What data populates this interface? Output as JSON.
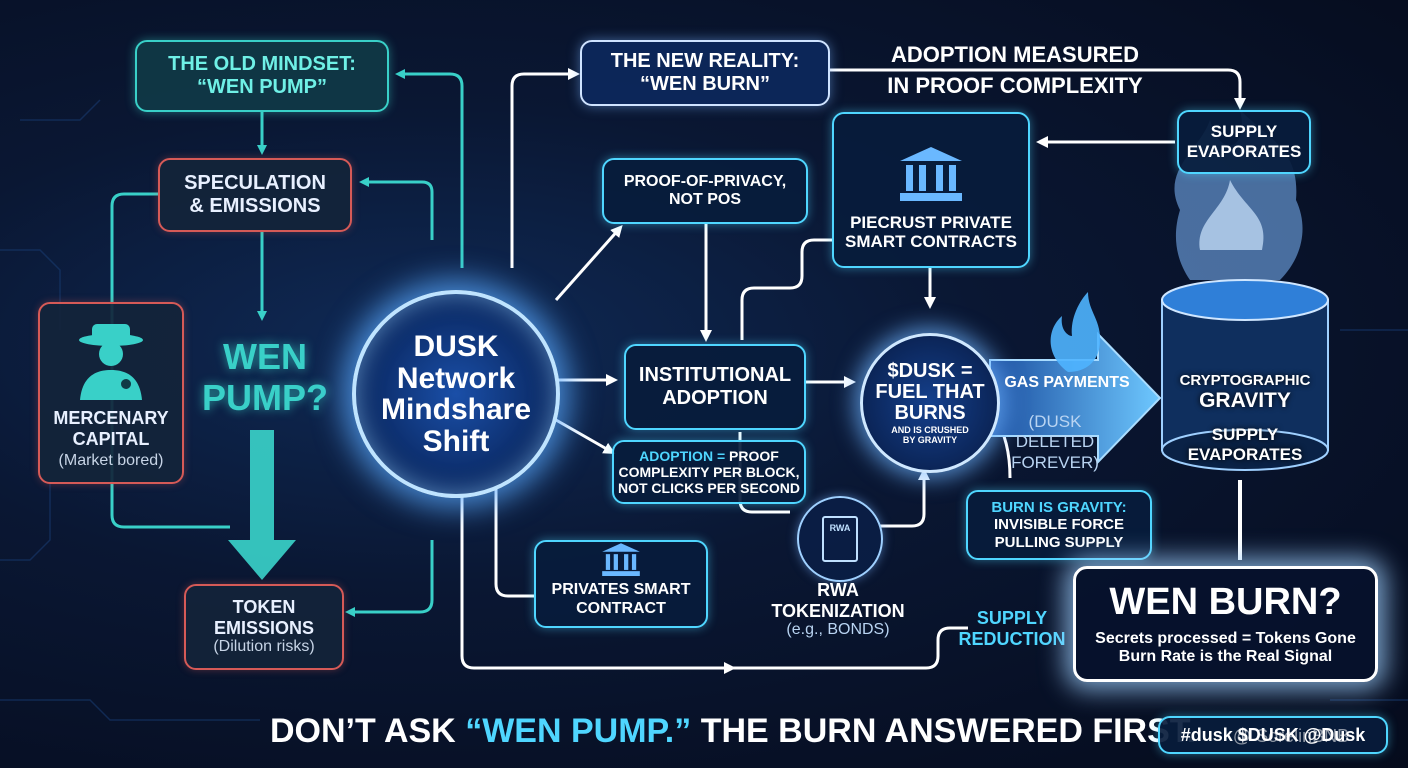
{
  "old_mindset": {
    "line1": "THE OLD MINDSET:",
    "line2": "“WEN PUMP”"
  },
  "speculation": {
    "line1": "SPECULATION",
    "line2": "& EMISSIONS"
  },
  "mercenary": {
    "line1": "MERCENARY",
    "line2": "CAPITAL",
    "sub": "(Market bored)"
  },
  "wen_pump": {
    "line1": "WEN",
    "line2": "PUMP?"
  },
  "token_emissions": {
    "line1": "TOKEN",
    "line2": "EMISSIONS",
    "sub": "(Dilution risks)"
  },
  "hub": {
    "line1": "DUSK",
    "line2": "Network",
    "line3": "Mindshare",
    "line4": "Shift"
  },
  "new_reality": {
    "line1": "THE NEW REALITY:",
    "line2": "“WEN BURN”"
  },
  "adoption_measured": {
    "line1": "ADOPTION MEASURED",
    "line2": "IN PROOF COMPLEXITY"
  },
  "proof_of_privacy": {
    "line1": "PROOF-OF-PRIVACY,",
    "line2": "NOT POS"
  },
  "piecrust": {
    "line1": "PIECRUST PRIVATE",
    "line2": "SMART CONTRACTS"
  },
  "supply_evap_top": {
    "line1": "SUPPLY",
    "line2": "EVAPORATES"
  },
  "institutional": {
    "line1": "INSTITUTIONAL",
    "line2": "ADOPTION"
  },
  "adoption_proof": {
    "label": "ADOPTION =",
    "rest": " PROOF",
    "line2": "COMPLEXITY PER BLOCK,",
    "line3": "NOT CLICKS PER SECOND"
  },
  "fuel": {
    "line1": "$DUSK =",
    "line2": "FUEL THAT",
    "line3": "BURNS",
    "sub1": "AND IS CRUSHED",
    "sub2": "BY GRAVITY"
  },
  "gas": {
    "label": "GAS PAYMENTS",
    "sub1": "(DUSK",
    "sub2": "DELETED",
    "sub3": "FOREVER)"
  },
  "crypto_gravity": {
    "line1": "CRYPTOGRAPHIC",
    "line2": "GRAVITY",
    "line3": "SUPPLY",
    "line4": "EVAPORATES"
  },
  "burn_gravity": {
    "line1": "BURN IS GRAVITY:",
    "line2": "INVISIBLE FORCE",
    "line3": "PULLING SUPPLY"
  },
  "privates": {
    "line1": "PRIVATES SMART",
    "line2": "CONTRACT"
  },
  "rwa": {
    "icon_text": "RWA",
    "line1": "RWA",
    "line2": "TOKENIZATION",
    "sub": "(e.g., BONDS)"
  },
  "supply_reduction": {
    "line1": "SUPPLY",
    "line2": "REDUCTION"
  },
  "wen_burn": {
    "title": "WEN BURN?",
    "line1": "Secrets processed = Tokens Gone",
    "line2": "Burn Rate is the Real Signal"
  },
  "tagline": {
    "part1": "DON’T ASK ",
    "part2": "“WEN PUMP.”",
    "part3": " THE BURN ANSWERED FIRST."
  },
  "badge": {
    "text": "#dusk  $DUSK  @Dusk"
  },
  "watermark": {
    "text": "@ SorelinBNB"
  },
  "colors": {
    "teal": "#39d0c8",
    "red_border": "#d65a57",
    "cyan": "#4fd6ff",
    "white": "#ffffff",
    "background": "#0a1733"
  }
}
